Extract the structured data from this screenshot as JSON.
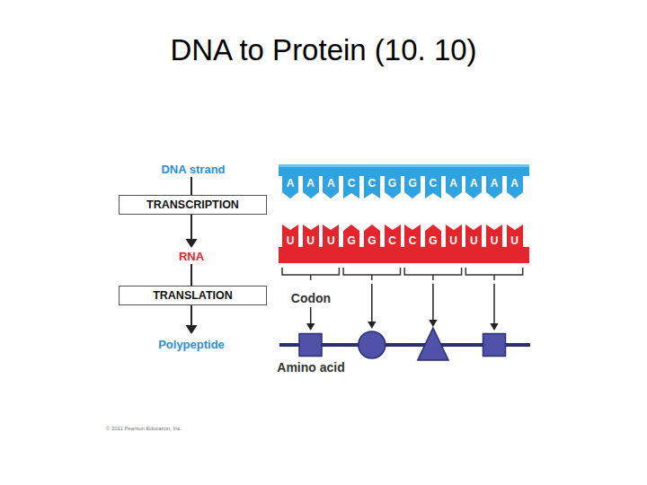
{
  "diagram": {
    "title": "DNA to Protein (10. 10)",
    "nodes": [
      {
        "text": [
          "A"
        ]
      },
      {
        "text": [
          "A"
        ]
      },
      {
        "text": [
          "A"
        ]
      },
      {
        "text": [
          "C"
        ]
      },
      {
        "text": [
          "C"
        ]
      },
      {
        "text": [
          "G"
        ]
      },
      {
        "text": [
          "G"
        ]
      },
      {
        "text": [
          "C"
        ]
      },
      {
        "text": [
          "A"
        ]
      },
      {
        "text": [
          "A"
        ]
      },
      {
        "text": [
          "A"
        ]
      },
      {
        "text": [
          "A"
        ]
      },
      {
        "text": [
          "TRANSCRIPTION"
        ]
      },
      {
        "text": [
          "U"
        ]
      },
      {
        "text": [
          "U"
        ]
      },
      {
        "text": [
          "U"
        ]
      },
      {
        "text": [
          "G"
        ]
      },
      {
        "text": [
          "G"
        ]
      },
      {
        "text": [
          "C"
        ]
      },
      {
        "text": [
          "C"
        ]
      },
      {
        "text": [
          "G"
        ]
      },
      {
        "text": [
          "U"
        ]
      },
      {
        "text": [
          "U"
        ]
      },
      {
        "text": [
          "U"
        ]
      },
      {
        "text": [
          "U"
        ]
      },
      {
        "text": [
          "TRANSLATION"
        ]
      }
    ],
    "labels": [
      "DNA strand",
      "RNA",
      "Codon",
      "Polypeptide",
      "Amino acid",
      "© 2011 Pearson Education, Inc."
    ]
  }
}
